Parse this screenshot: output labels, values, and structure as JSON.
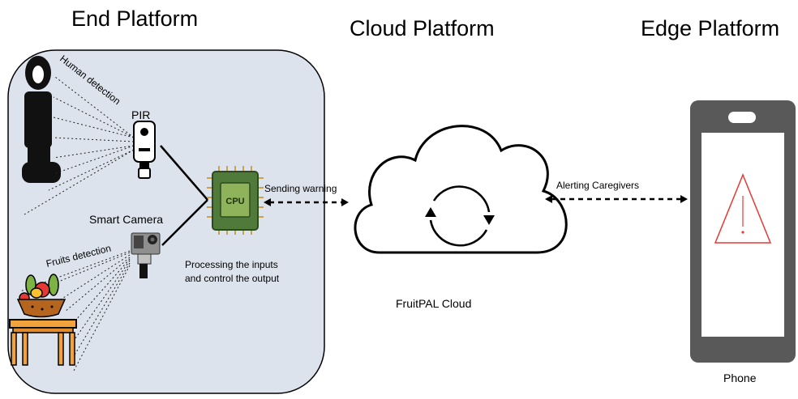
{
  "headings": {
    "end": "End Platform",
    "cloud": "Cloud Platform",
    "edge": "Edge Platform"
  },
  "end_platform": {
    "human_detection": "Human detection",
    "pir": "PIR",
    "smart_camera": "Smart Camera",
    "fruits_detection": "Fruits detection",
    "cpu": "CPU",
    "processing": [
      "Processing the inputs",
      "and control the output"
    ]
  },
  "links": {
    "sending_warning": "Sending warning",
    "alerting": "Alerting Caregivers"
  },
  "cloud": {
    "label": "FruitPAL Cloud"
  },
  "phone": {
    "label": "Phone"
  },
  "colors": {
    "panel_fill": "#dde3ec",
    "chip_green": "#4f7a3a",
    "chip_core": "#8fb35a",
    "phone_body": "#595959",
    "warning_red": "#e53935"
  }
}
